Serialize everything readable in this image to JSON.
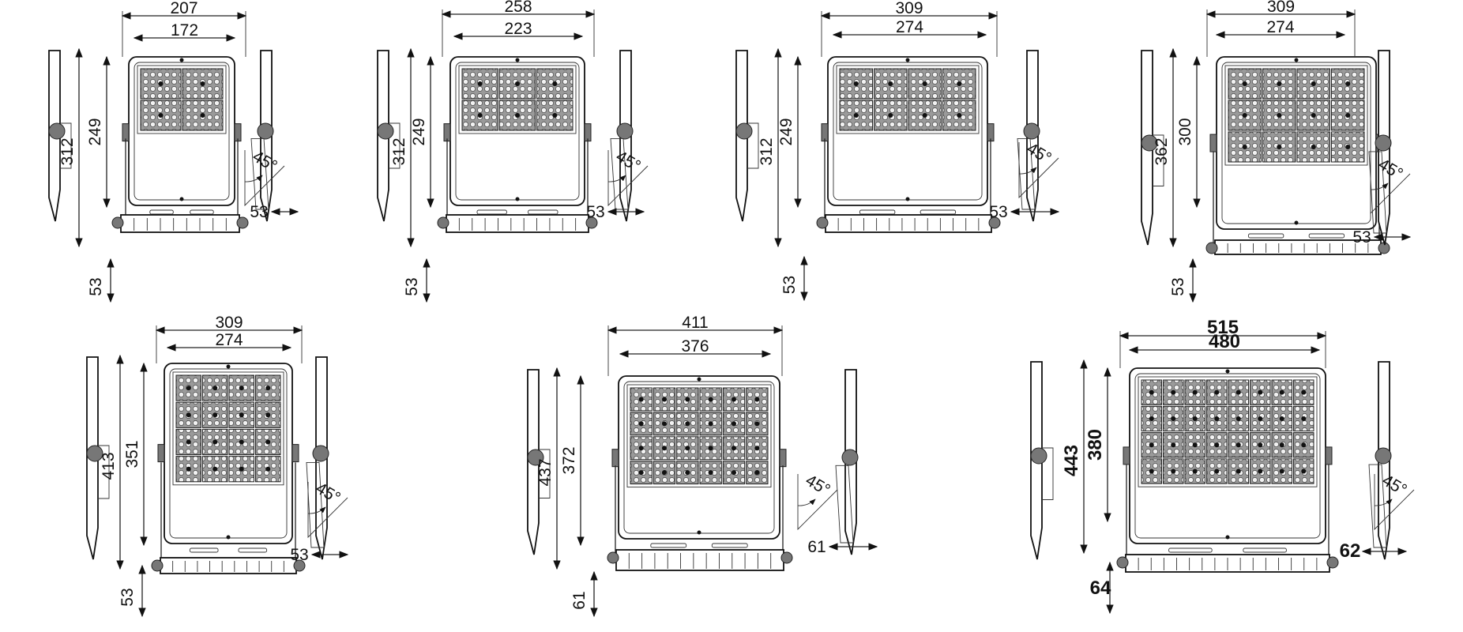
{
  "drawings": [
    {
      "id": "f1",
      "outer_width": "207",
      "inner_width": "172",
      "outer_height": "312",
      "inner_height": "249",
      "depth": "53",
      "depth_bottom": "53",
      "tilt": "45°",
      "led_cols": 2,
      "led_rows": 2
    },
    {
      "id": "f2",
      "outer_width": "258",
      "inner_width": "223",
      "outer_height": "312",
      "inner_height": "249",
      "depth": "53",
      "depth_bottom": "53",
      "tilt": "45°",
      "led_cols": 3,
      "led_rows": 2
    },
    {
      "id": "f3",
      "outer_width": "309",
      "inner_width": "274",
      "outer_height": "312",
      "inner_height": "249",
      "depth": "53",
      "depth_bottom": "53",
      "tilt": "45°",
      "led_cols": 4,
      "led_rows": 2
    },
    {
      "id": "f4",
      "outer_width": "309",
      "inner_width": "274",
      "outer_height": "362",
      "inner_height": "300",
      "depth": "53",
      "depth_bottom": "53",
      "tilt": "45°",
      "led_cols": 4,
      "led_rows": 3
    },
    {
      "id": "f5",
      "outer_width": "309",
      "inner_width": "274",
      "outer_height": "413",
      "inner_height": "351",
      "depth": "53",
      "depth_bottom": "53",
      "tilt": "45°",
      "led_cols": 4,
      "led_rows": 4
    },
    {
      "id": "f6",
      "outer_width": "411",
      "inner_width": "376",
      "outer_height": "437",
      "inner_height": "372",
      "depth": "61",
      "depth_bottom": "61",
      "tilt": "45°",
      "led_cols": 6,
      "led_rows": 4
    },
    {
      "id": "f7",
      "outer_width": "515",
      "inner_width": "480",
      "outer_height": "443",
      "inner_height": "380",
      "depth": "62",
      "depth_bottom": "64",
      "tilt": "45°",
      "led_cols": 8,
      "led_rows": 4
    }
  ]
}
